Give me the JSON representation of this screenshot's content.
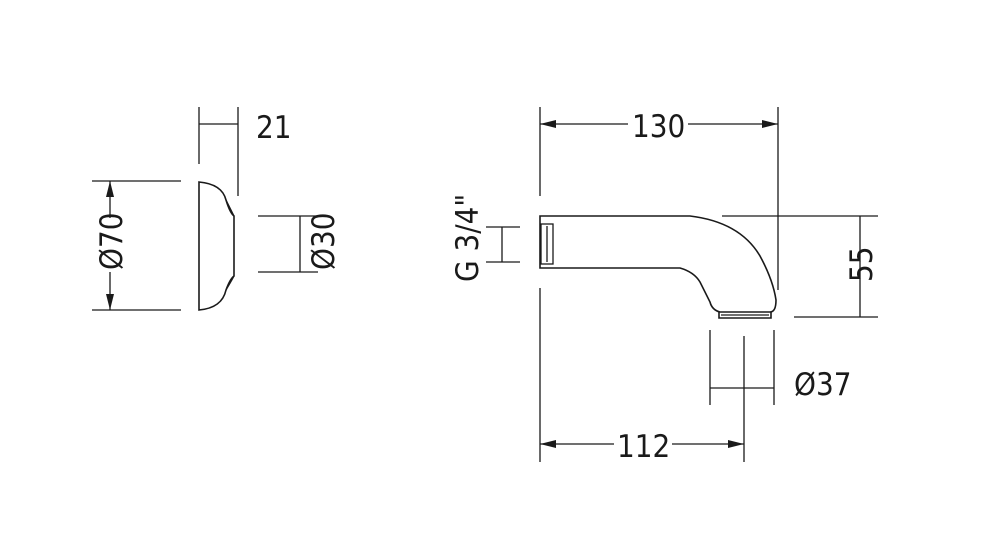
{
  "dimensions": {
    "rosette_depth": "21",
    "rosette_diameter": "Ø70",
    "rosette_hole_diameter": "Ø30",
    "spout_length": "130",
    "spout_height": "55",
    "thread": "G 3/4\"",
    "outlet_diameter": "Ø37",
    "outlet_distance": "112"
  }
}
